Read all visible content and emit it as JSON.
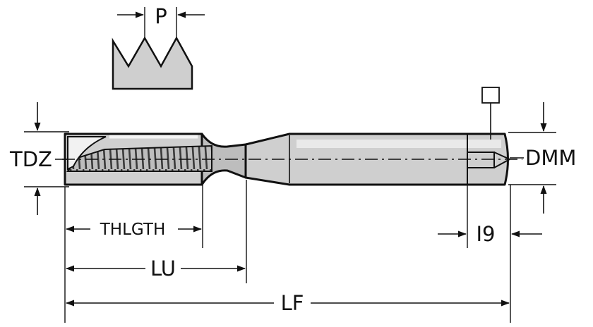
{
  "labels": {
    "pitch": "P",
    "thread_diameter": "TDZ",
    "shank_diameter": "DMM",
    "thread_length": "THLGTH",
    "usable_length": "LU",
    "functional_length": "LF",
    "square_length": "I9"
  },
  "colors": {
    "line": "#111111",
    "body_fill": "#d9d9d9",
    "shank_fill": "#cccccc",
    "thread_dark": "#555555",
    "profile_fill": "#c8c8c8"
  }
}
